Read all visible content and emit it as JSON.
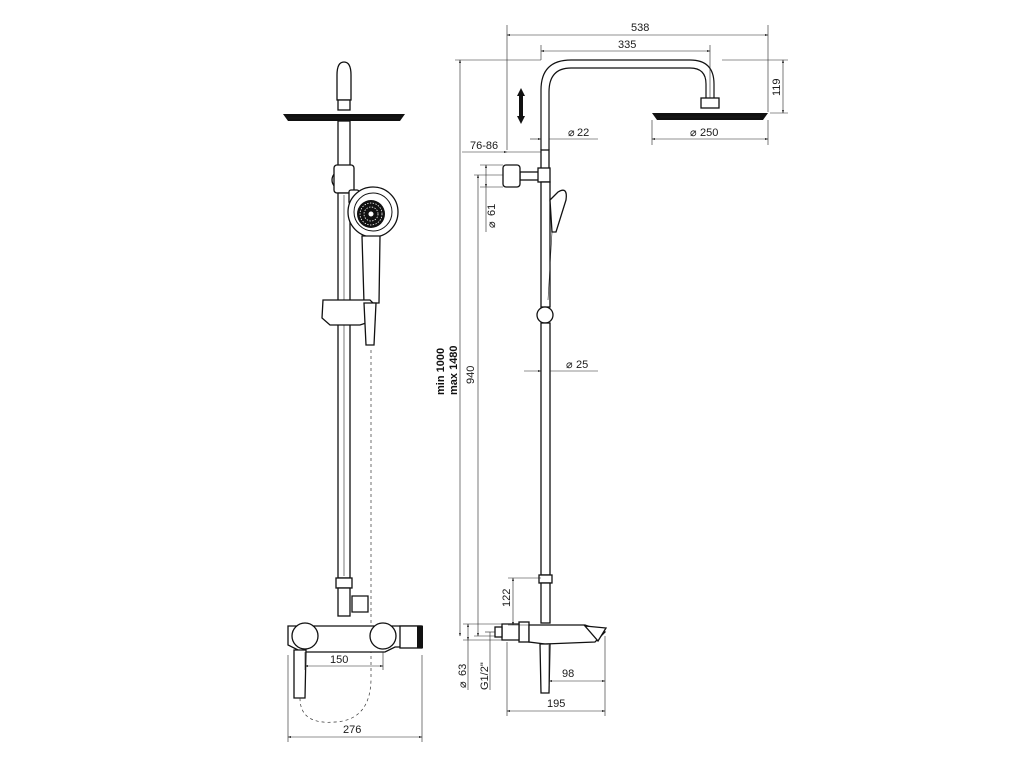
{
  "dimensions": {
    "overall_width": "538",
    "arm_length": "335",
    "head_drop": "119",
    "arm_diameter": "22",
    "head_diameter": "250",
    "wall_distance": "76-86",
    "knob_diameter": "61",
    "height_min": "min 1000",
    "height_max": "max 1480",
    "rail_height": "940",
    "rail_diameter": "25",
    "diverter_height": "122",
    "mixer_diameter": "63",
    "thread": "G1/2\"",
    "spout_length": "98",
    "mixer_depth": "195",
    "inlet_spacing": "150",
    "mixer_width": "276"
  }
}
